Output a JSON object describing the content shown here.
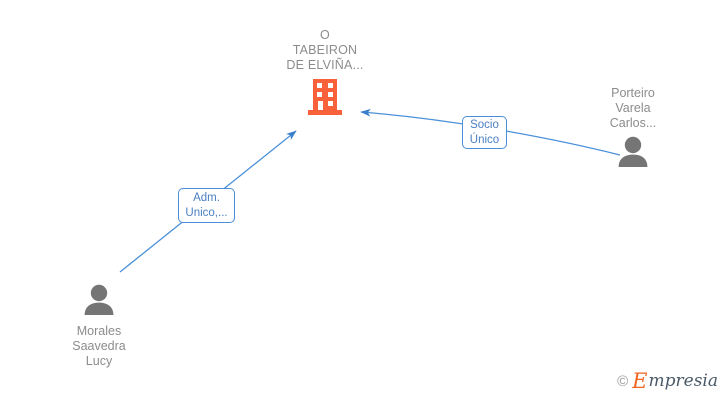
{
  "diagram": {
    "type": "corporate-relationship-graph",
    "background_color": "#ffffff",
    "company": {
      "name": "O\nTABEIRON\nDE ELVIÑA...",
      "icon": "building-icon",
      "icon_color": "#f9613a",
      "text_color": "#8c8c8c"
    },
    "people": [
      {
        "id": "morales-saavedra-lucy",
        "name": "Morales\nSaavedra\nLucy",
        "icon": "person-icon",
        "icon_color": "#757575",
        "position": "bottom-left",
        "label_position": "below-icon"
      },
      {
        "id": "porteiro-varela-carlos",
        "name": "Porteiro\nVarela\nCarlos...",
        "icon": "person-icon",
        "icon_color": "#757575",
        "position": "top-right",
        "label_position": "above-icon"
      }
    ],
    "relationships": [
      {
        "id": "adm-unico",
        "label": "Adm.\nUnico,...",
        "from": "morales-saavedra-lucy",
        "to": "company",
        "direction": "to-company",
        "line_color": "#4a90d9"
      },
      {
        "id": "socio-unico",
        "label": "Socio\nÚnico",
        "from": "porteiro-varela-carlos",
        "to": "company",
        "direction": "to-company",
        "line_color": "#4a90d9"
      }
    ],
    "watermark": {
      "copyright": "©",
      "brand_initial": "E",
      "brand_rest": "mpresia",
      "brand_color": "#f26522",
      "text_color": "#4a5a68"
    }
  }
}
